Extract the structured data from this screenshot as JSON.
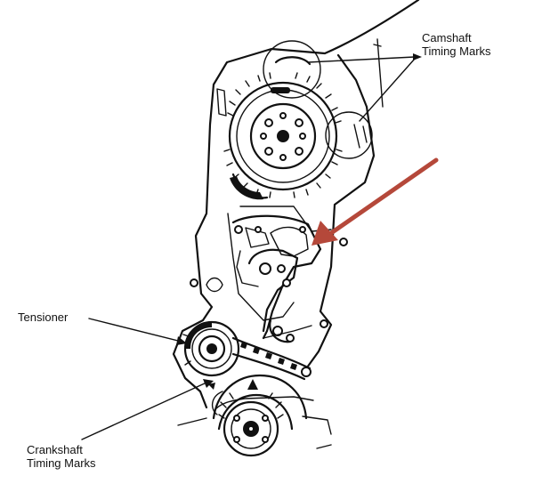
{
  "labels": {
    "camshaft_line1": "Camshaft",
    "camshaft_line2": "Timing Marks",
    "tensioner": "Tensioner",
    "crankshaft_line1": "Crankshaft",
    "crankshaft_line2": "Timing Marks"
  },
  "colors": {
    "ink": "#111111",
    "highlight_arrow": "#b5483a",
    "background": "#ffffff"
  }
}
